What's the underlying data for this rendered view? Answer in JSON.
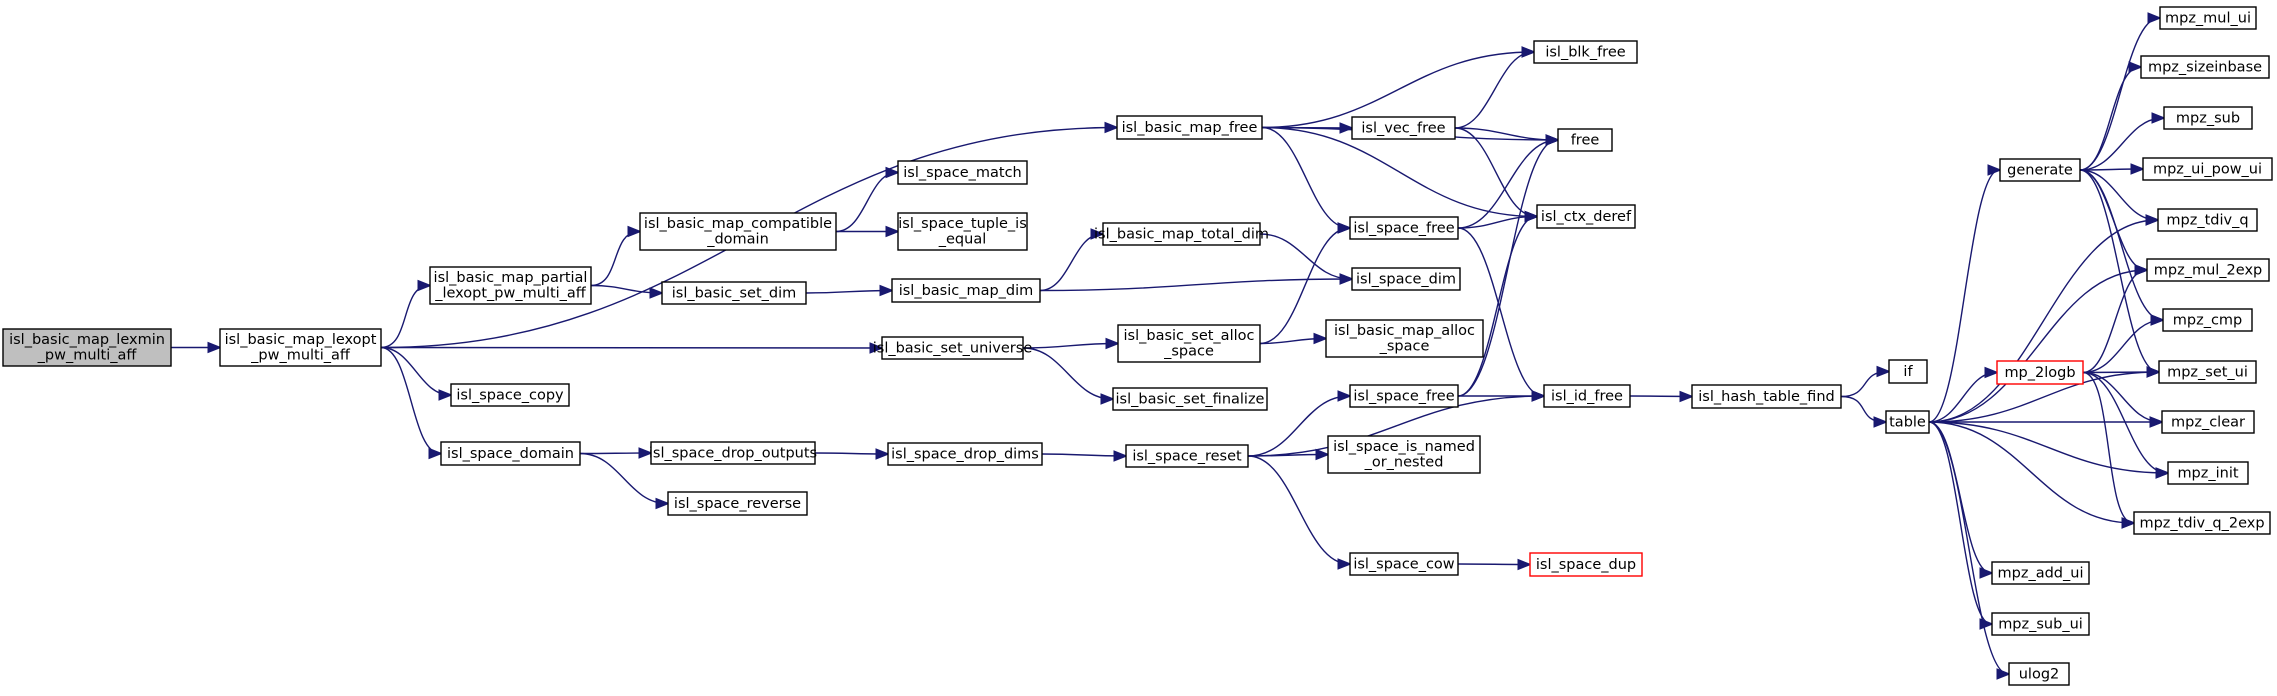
{
  "graph": {
    "nodes": [
      {
        "id": "root",
        "lines": [
          "isl_basic_map_lexmin",
          "_pw_multi_aff"
        ],
        "style": "root"
      },
      {
        "id": "lexopt",
        "lines": [
          "isl_basic_map_lexopt",
          "_pw_multi_aff"
        ]
      },
      {
        "id": "map_free",
        "lines": [
          "isl_basic_map_free"
        ]
      },
      {
        "id": "partial",
        "lines": [
          "isl_basic_map_partial",
          "_lexopt_pw_multi_aff"
        ]
      },
      {
        "id": "compatible",
        "lines": [
          "isl_basic_map_compatible",
          "_domain"
        ]
      },
      {
        "id": "set_universe",
        "lines": [
          "isl_basic_set_universe"
        ]
      },
      {
        "id": "space_copy",
        "lines": [
          "isl_space_copy"
        ]
      },
      {
        "id": "space_domain",
        "lines": [
          "isl_space_domain"
        ]
      },
      {
        "id": "space_match",
        "lines": [
          "isl_space_match"
        ]
      },
      {
        "id": "tuple_is_equal",
        "lines": [
          "isl_space_tuple_is",
          "_equal"
        ]
      },
      {
        "id": "set_dim",
        "lines": [
          "isl_basic_set_dim"
        ]
      },
      {
        "id": "map_dim",
        "lines": [
          "isl_basic_map_dim"
        ]
      },
      {
        "id": "total_dim",
        "lines": [
          "isl_basic_map_total_dim"
        ]
      },
      {
        "id": "vec_free",
        "lines": [
          "isl_vec_free"
        ]
      },
      {
        "id": "blk_free",
        "lines": [
          "isl_blk_free"
        ]
      },
      {
        "id": "free",
        "lines": [
          "free"
        ]
      },
      {
        "id": "ctx_deref",
        "lines": [
          "isl_ctx_deref"
        ]
      },
      {
        "id": "space_free1",
        "lines": [
          "isl_space_free"
        ]
      },
      {
        "id": "space_dim",
        "lines": [
          "isl_space_dim"
        ]
      },
      {
        "id": "set_alloc_space",
        "lines": [
          "isl_basic_set_alloc",
          "_space"
        ]
      },
      {
        "id": "map_alloc_space",
        "lines": [
          "isl_basic_map_alloc",
          "_space"
        ]
      },
      {
        "id": "set_finalize",
        "lines": [
          "isl_basic_set_finalize"
        ]
      },
      {
        "id": "space_free2",
        "lines": [
          "isl_space_free"
        ]
      },
      {
        "id": "id_free",
        "lines": [
          "isl_id_free"
        ]
      },
      {
        "id": "drop_outputs",
        "lines": [
          "isl_space_drop_outputs"
        ]
      },
      {
        "id": "drop_dims",
        "lines": [
          "isl_space_drop_dims"
        ]
      },
      {
        "id": "space_reset",
        "lines": [
          "isl_space_reset"
        ]
      },
      {
        "id": "space_reverse",
        "lines": [
          "isl_space_reverse"
        ]
      },
      {
        "id": "is_named",
        "lines": [
          "isl_space_is_named",
          "_or_nested"
        ]
      },
      {
        "id": "space_cow",
        "lines": [
          "isl_space_cow"
        ]
      },
      {
        "id": "space_dup",
        "lines": [
          "isl_space_dup"
        ],
        "style": "trunc"
      },
      {
        "id": "hash_find",
        "lines": [
          "isl_hash_table_find"
        ]
      },
      {
        "id": "if",
        "lines": [
          "if"
        ]
      },
      {
        "id": "table",
        "lines": [
          "table"
        ]
      },
      {
        "id": "generate",
        "lines": [
          "generate"
        ]
      },
      {
        "id": "mp_2logb",
        "lines": [
          "mp_2logb"
        ],
        "style": "trunc"
      },
      {
        "id": "mpz_mul_ui",
        "lines": [
          "mpz_mul_ui"
        ]
      },
      {
        "id": "mpz_sizeinbase",
        "lines": [
          "mpz_sizeinbase"
        ]
      },
      {
        "id": "mpz_sub",
        "lines": [
          "mpz_sub"
        ]
      },
      {
        "id": "mpz_ui_pow_ui",
        "lines": [
          "mpz_ui_pow_ui"
        ]
      },
      {
        "id": "mpz_tdiv_q",
        "lines": [
          "mpz_tdiv_q"
        ]
      },
      {
        "id": "mpz_mul_2exp",
        "lines": [
          "mpz_mul_2exp"
        ]
      },
      {
        "id": "mpz_cmp",
        "lines": [
          "mpz_cmp"
        ]
      },
      {
        "id": "mpz_set_ui",
        "lines": [
          "mpz_set_ui"
        ]
      },
      {
        "id": "mpz_clear",
        "lines": [
          "mpz_clear"
        ]
      },
      {
        "id": "mpz_init",
        "lines": [
          "mpz_init"
        ]
      },
      {
        "id": "mpz_tdiv_q_2exp",
        "lines": [
          "mpz_tdiv_q_2exp"
        ]
      },
      {
        "id": "mpz_add_ui",
        "lines": [
          "mpz_add_ui"
        ]
      },
      {
        "id": "mpz_sub_ui",
        "lines": [
          "mpz_sub_ui"
        ]
      },
      {
        "id": "ulog2",
        "lines": [
          "ulog2"
        ]
      }
    ],
    "edges": [
      [
        "root",
        "lexopt"
      ],
      [
        "lexopt",
        "map_free"
      ],
      [
        "lexopt",
        "partial"
      ],
      [
        "lexopt",
        "set_universe"
      ],
      [
        "lexopt",
        "space_copy"
      ],
      [
        "lexopt",
        "space_domain"
      ],
      [
        "map_free",
        "blk_free"
      ],
      [
        "map_free",
        "free"
      ],
      [
        "map_free",
        "vec_free"
      ],
      [
        "map_free",
        "ctx_deref"
      ],
      [
        "map_free",
        "space_free1"
      ],
      [
        "partial",
        "compatible"
      ],
      [
        "partial",
        "set_dim"
      ],
      [
        "compatible",
        "space_match"
      ],
      [
        "compatible",
        "tuple_is_equal"
      ],
      [
        "set_dim",
        "map_dim"
      ],
      [
        "map_dim",
        "total_dim"
      ],
      [
        "map_dim",
        "space_dim"
      ],
      [
        "total_dim",
        "space_dim"
      ],
      [
        "vec_free",
        "blk_free"
      ],
      [
        "vec_free",
        "free"
      ],
      [
        "vec_free",
        "ctx_deref"
      ],
      [
        "space_free1",
        "free"
      ],
      [
        "space_free1",
        "ctx_deref"
      ],
      [
        "space_free1",
        "id_free"
      ],
      [
        "set_universe",
        "set_alloc_space"
      ],
      [
        "set_universe",
        "set_finalize"
      ],
      [
        "set_alloc_space",
        "space_free1"
      ],
      [
        "set_alloc_space",
        "map_alloc_space"
      ],
      [
        "space_domain",
        "drop_outputs"
      ],
      [
        "space_domain",
        "space_reverse"
      ],
      [
        "drop_outputs",
        "drop_dims"
      ],
      [
        "drop_dims",
        "space_reset"
      ],
      [
        "space_reset",
        "space_free2"
      ],
      [
        "space_reset",
        "is_named"
      ],
      [
        "space_reset",
        "id_free"
      ],
      [
        "space_reset",
        "space_cow"
      ],
      [
        "space_free2",
        "free"
      ],
      [
        "space_free2",
        "ctx_deref"
      ],
      [
        "space_free2",
        "id_free"
      ],
      [
        "space_cow",
        "space_dup"
      ],
      [
        "id_free",
        "hash_find"
      ],
      [
        "hash_find",
        "if"
      ],
      [
        "hash_find",
        "table"
      ],
      [
        "table",
        "generate"
      ],
      [
        "table",
        "mp_2logb"
      ],
      [
        "table",
        "mpz_tdiv_q"
      ],
      [
        "table",
        "mpz_mul_2exp"
      ],
      [
        "table",
        "mpz_set_ui"
      ],
      [
        "table",
        "mpz_clear"
      ],
      [
        "table",
        "mpz_init"
      ],
      [
        "table",
        "mpz_tdiv_q_2exp"
      ],
      [
        "table",
        "mpz_add_ui"
      ],
      [
        "table",
        "mpz_sub_ui"
      ],
      [
        "table",
        "ulog2"
      ],
      [
        "generate",
        "mpz_mul_ui"
      ],
      [
        "generate",
        "mpz_sizeinbase"
      ],
      [
        "generate",
        "mpz_sub"
      ],
      [
        "generate",
        "mpz_ui_pow_ui"
      ],
      [
        "generate",
        "mpz_tdiv_q"
      ],
      [
        "generate",
        "mpz_mul_2exp"
      ],
      [
        "generate",
        "mpz_cmp"
      ],
      [
        "generate",
        "mpz_set_ui"
      ],
      [
        "mp_2logb",
        "mpz_mul_2exp"
      ],
      [
        "mp_2logb",
        "mpz_cmp"
      ],
      [
        "mp_2logb",
        "mpz_set_ui"
      ],
      [
        "mp_2logb",
        "mpz_clear"
      ],
      [
        "mp_2logb",
        "mpz_init"
      ],
      [
        "mp_2logb",
        "mpz_tdiv_q_2exp"
      ]
    ]
  }
}
